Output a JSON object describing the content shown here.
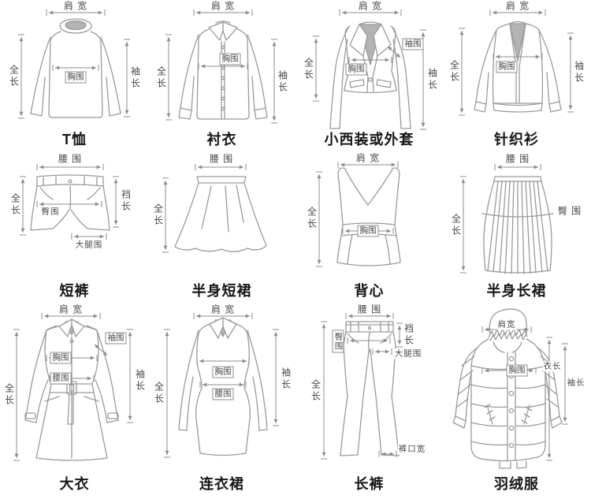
{
  "colors": {
    "line": "#9a9a9a",
    "dim": "#8c8c8c",
    "label": "#4a4a4a",
    "caption": "#161616",
    "shade": "#b3b3b3",
    "background": "#ffffff"
  },
  "garments": [
    {
      "name": "T恤",
      "m": {
        "shoulder": "肩 宽",
        "length": "全长",
        "chest": "胸围",
        "sleeve": "袖长"
      }
    },
    {
      "name": "衬衣",
      "m": {
        "shoulder": "肩 宽",
        "length": "全长",
        "chest": "胸围",
        "sleeve": "袖长"
      }
    },
    {
      "name": "小西装或外套",
      "m": {
        "shoulder": "肩 宽",
        "length": "全长",
        "chest": "胸围",
        "arm": "袖围",
        "sleeve": "袖长"
      }
    },
    {
      "name": "针织衫",
      "m": {
        "shoulder": "肩 宽",
        "length": "全长",
        "chest": "胸围",
        "sleeve": "袖长"
      }
    },
    {
      "name": "短裤",
      "m": {
        "waist": "腰 围",
        "length": "全长",
        "rise": "裆长",
        "hip": "臀围",
        "thigh": "大腿围"
      }
    },
    {
      "name": "半身短裙",
      "m": {
        "waist": "腰 围",
        "length": "全长"
      }
    },
    {
      "name": "背心",
      "m": {
        "shoulder": "肩 宽",
        "length": "全长",
        "chest": "胸围"
      }
    },
    {
      "name": "半身长裙",
      "m": {
        "waist": "腰 围",
        "length": "全长",
        "hip": "臀 围"
      }
    },
    {
      "name": "大衣",
      "m": {
        "shoulder": "肩 宽",
        "length": "全长",
        "chest": "胸围",
        "waist": "腰围",
        "arm": "袖围",
        "sleeve": "袖长"
      }
    },
    {
      "name": "连衣裙",
      "m": {
        "shoulder": "肩 宽",
        "length": "全长",
        "chest": "胸围",
        "waist": "腰围",
        "sleeve": "袖长"
      }
    },
    {
      "name": "长裤",
      "m": {
        "waist": "腰 围",
        "length": "全长",
        "rise": "裆长",
        "hip": "臀围",
        "thigh": "大腿围",
        "hem": "裤口宽"
      }
    },
    {
      "name": "羽绒服",
      "m": {
        "shoulder": "肩宽",
        "chest": "胸围",
        "length": "衣长",
        "sleeve": "袖长"
      }
    }
  ]
}
